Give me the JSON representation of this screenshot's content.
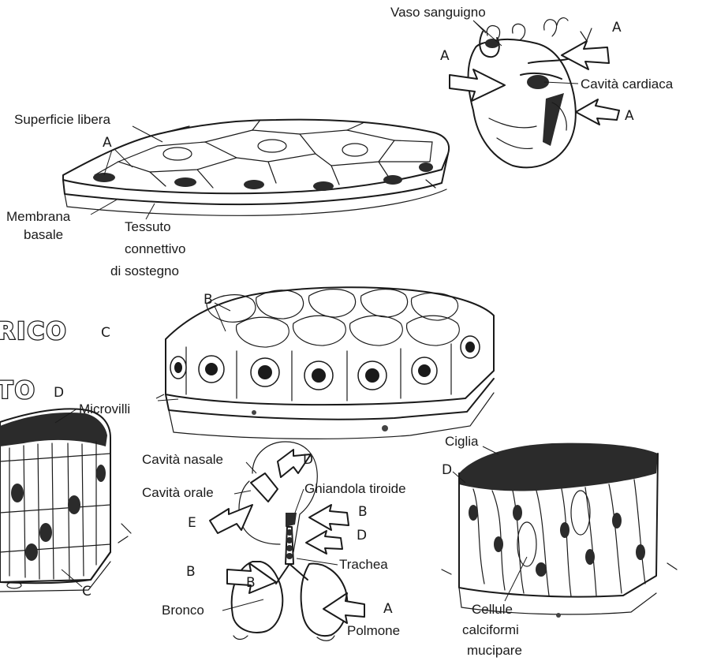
{
  "labels": {
    "blood_vessel": "Vaso sanguigno",
    "heart_cavity": "Cavità cardiaca",
    "free_surface": "Superficie libera",
    "basement_membrane": "Membrana basale",
    "connective_tissue": "Tessuto connettivo di sostegno",
    "microvilli": "Microvilli",
    "nasal_cavity": "Cavità nasale",
    "oral_cavity": "Cavità orale",
    "thyroid_gland": "Ghiandola tiroide",
    "trachea": "Trachea",
    "bronchus": "Bronco",
    "lung": "Polmone",
    "cilia": "Ciglia",
    "goblet_cells": "Cellule calciformi mucipare"
  },
  "title_fragments": {
    "cuboidal_fragment": "RICO",
    "columnar_fragment": "TO"
  },
  "letters": {
    "a": "A",
    "b": "B",
    "c": "C",
    "d": "D",
    "e": "E"
  },
  "colors": {
    "ink": "#1a1a1a",
    "paper": "#ffffff"
  }
}
